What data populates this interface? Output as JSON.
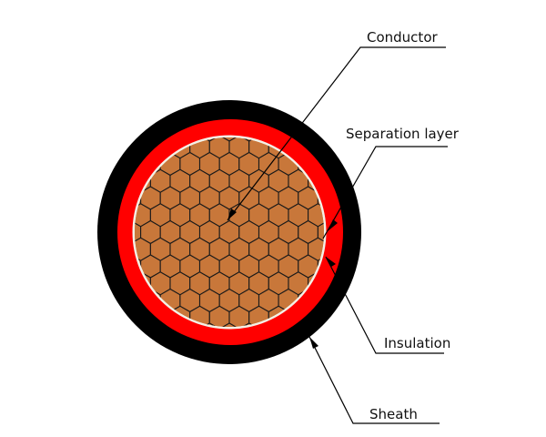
{
  "labels": {
    "conductor": "Conductor",
    "separation_layer": "Separation layer",
    "insulation": "Insulation",
    "sheath": "Sheath"
  },
  "colors": {
    "sheath": "#000000",
    "insulation": "#ff0000",
    "separation_layer": "#ffffff",
    "conductor": "#c8773a",
    "strand_outline": "#1a1a1a"
  }
}
